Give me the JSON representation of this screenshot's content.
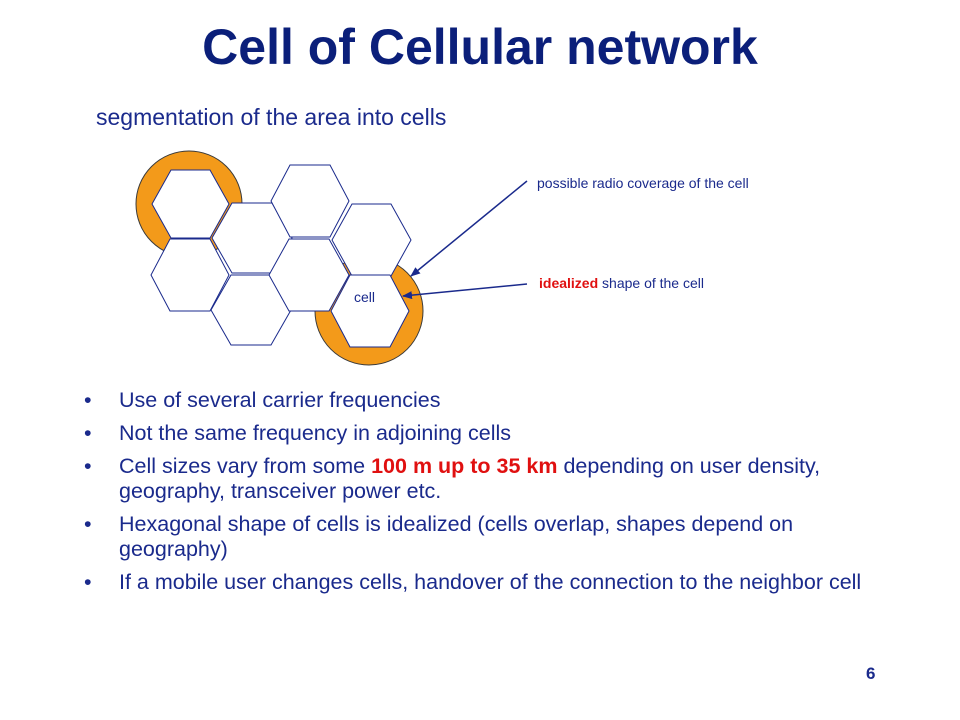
{
  "title": "Cell of Cellular network",
  "subtitle": "segmentation of the area into cells",
  "diagram": {
    "cell_label": "cell",
    "coverage_label": "possible radio coverage of the cell",
    "ideal_label_highlight": "idealized",
    "ideal_label_rest": " shape of the cell",
    "colors": {
      "coverage": "#f39a1a",
      "hex_stroke": "#1a2a8c",
      "highlight": "#e01010"
    }
  },
  "bullets": [
    {
      "text": "Use of several carrier frequencies"
    },
    {
      "text": "Not the same frequency in adjoining cells"
    },
    {
      "pre": "Cell sizes vary from some ",
      "highlight": "100 m up to 35 km",
      "post": " depending on user density, geography, transceiver power etc."
    },
    {
      "text": "Hexagonal shape of cells is idealized (cells overlap, shapes depend on geography)"
    },
    {
      "text": "If a mobile user changes cells, handover of the connection to the neighbor cell"
    }
  ],
  "page_number": "6"
}
